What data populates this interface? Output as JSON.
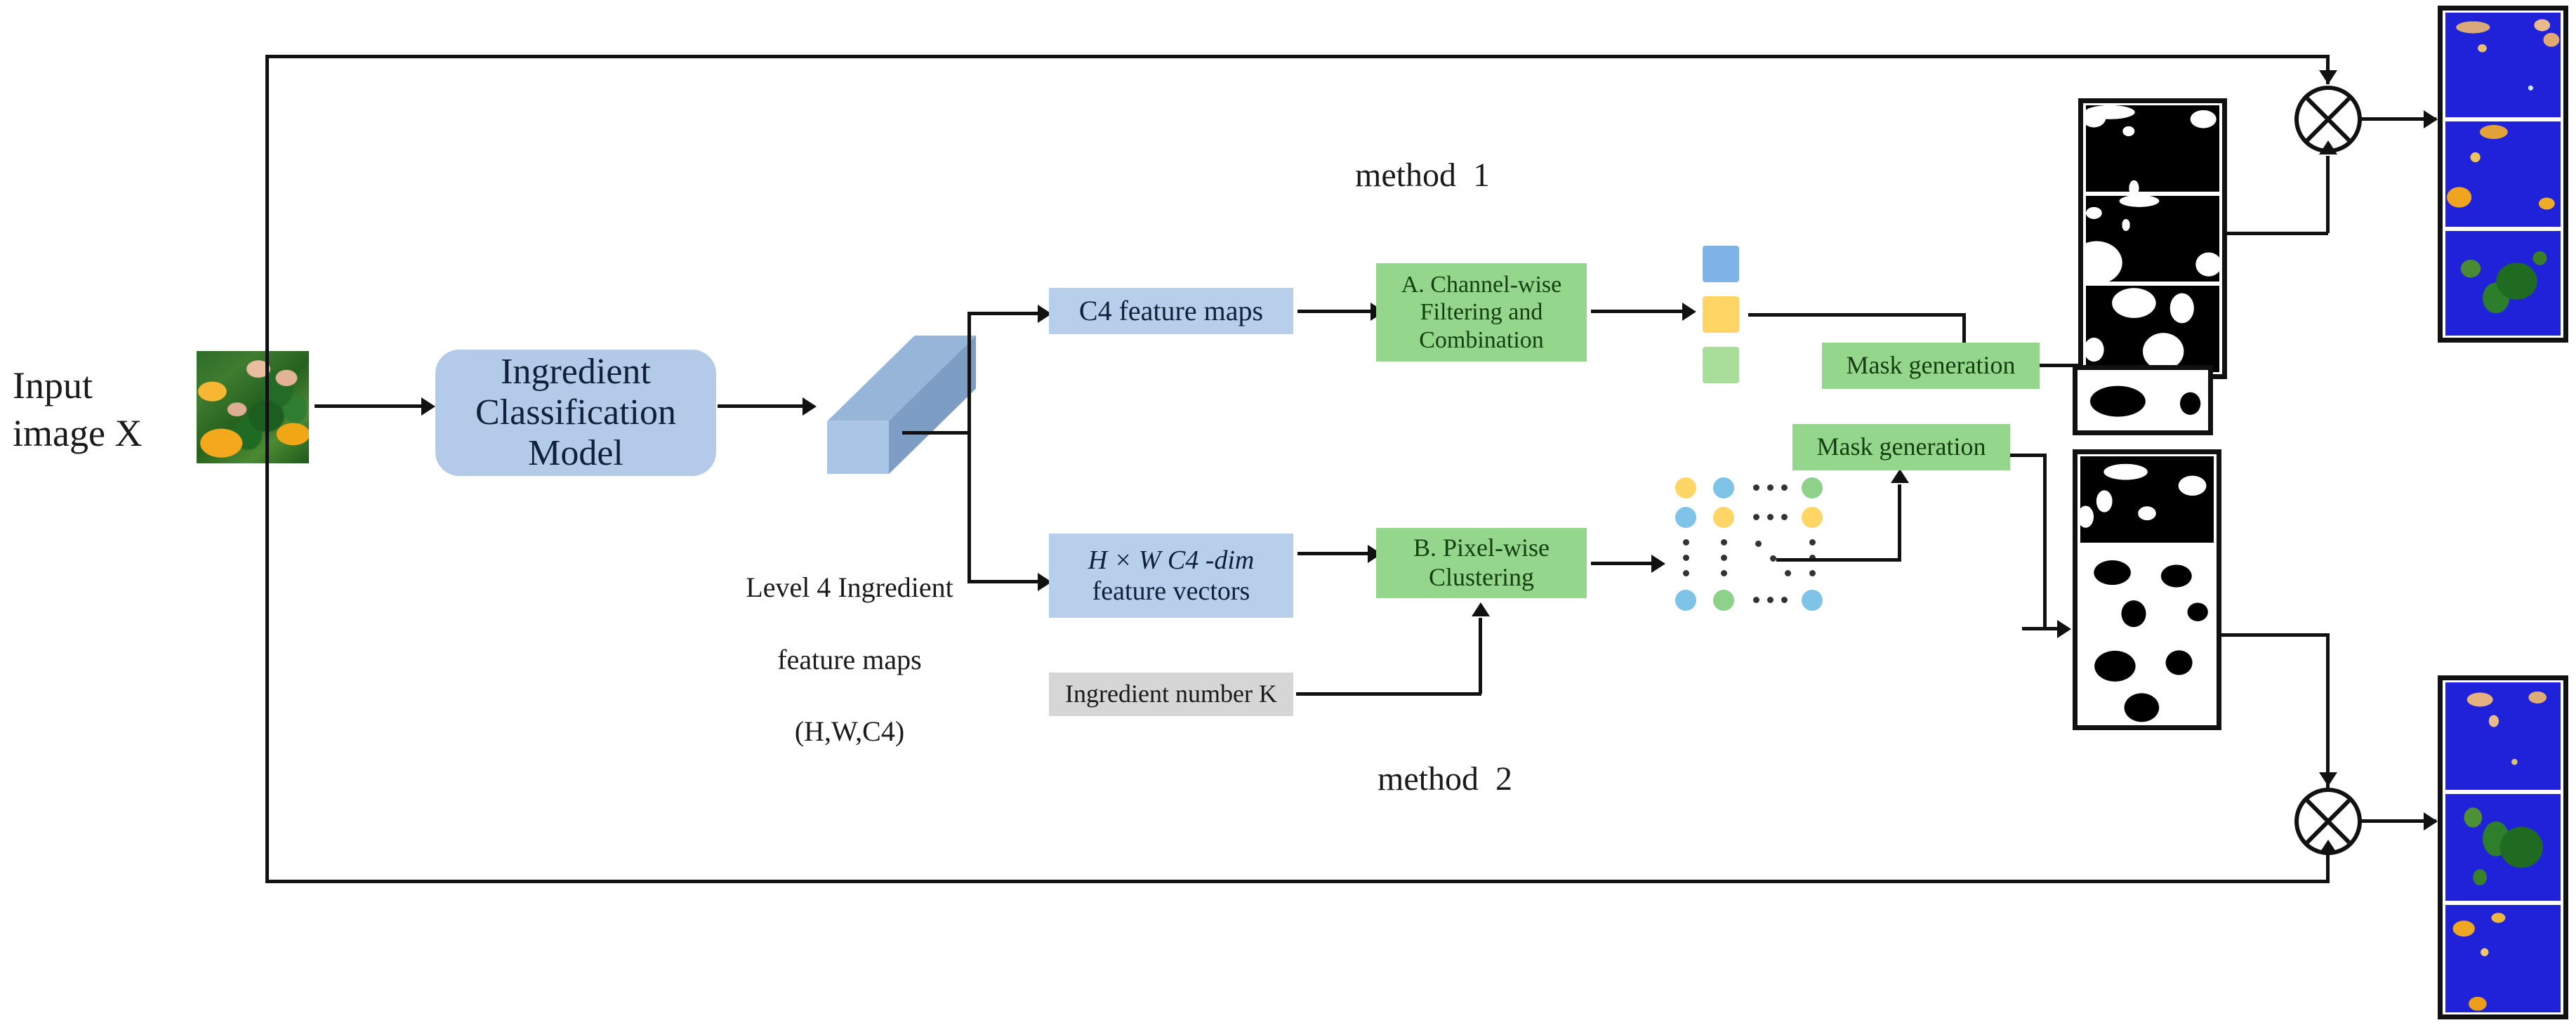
{
  "diagram": {
    "title_hidden": "",
    "labels": {
      "input": "Input\nimage X",
      "method1": "method  1",
      "method2": "method  2",
      "volume_caption_l1": "Level 4 Ingredient",
      "volume_caption_l2": "feature maps",
      "volume_caption_l3": "(H,W,C4)"
    },
    "nodes": {
      "model": {
        "text": "Ingredient\nClassification\nModel",
        "fill": "#b3cbe8",
        "shape": "rounded-rect"
      },
      "c4_feature_maps": {
        "text": "C4 feature maps",
        "fill": "#b7cfea"
      },
      "channel_wise": {
        "text": "A. Channel-wise\nFiltering and\nCombination",
        "fill": "#94d68c"
      },
      "hw_vectors_line1": "H × W  C4 -dim",
      "hw_vectors_line2": "feature vectors",
      "hw_vectors_fill": "#b7cfea",
      "pixel_wise": {
        "text": "B. Pixel-wise\nClustering",
        "fill": "#94d68c"
      },
      "ingredient_k": {
        "text": "Ingredient number K",
        "fill": "#d6d6d6"
      },
      "mask_gen_top": {
        "text": "Mask generation",
        "fill": "#94d68c"
      },
      "mask_gen_bottom": {
        "text": "Mask generation",
        "fill": "#94d68c"
      }
    },
    "channel_chips": [
      {
        "color": "#7fb3e8",
        "name": "channel-chip-blue"
      },
      {
        "color": "#ffd666",
        "name": "channel-chip-yellow"
      },
      {
        "color": "#a8dd9a",
        "name": "channel-chip-green"
      }
    ],
    "cluster_dot_colors": [
      [
        "#ffd666",
        "#7fc4e8",
        "ellipsis",
        "#8ed18a"
      ],
      [
        "#7fc4e8",
        "#ffd666",
        "ellipsis",
        "#ffd666"
      ],
      [
        "vdots",
        "vdots",
        "ddots",
        "vdots"
      ],
      [
        "#7fc4e8",
        "#8ed18a",
        "ellipsis",
        "#7fc4e8"
      ]
    ],
    "operators": [
      {
        "name": "multiply-top",
        "glyph": "⊗"
      },
      {
        "name": "multiply-bottom",
        "glyph": "⊗"
      }
    ],
    "mask_strips": [
      {
        "name": "mask-strip-method1",
        "cells": 3,
        "fg": "#000000",
        "bg": "#ffffff"
      },
      {
        "name": "mask-strip-method2-upper",
        "cells": 1,
        "fg": "#000000",
        "bg": "#ffffff"
      },
      {
        "name": "mask-strip-method2-lower",
        "cells": 3,
        "fg": "#000000",
        "bg": "#ffffff"
      }
    ],
    "output_panels": [
      {
        "name": "output-method1",
        "cells": 3,
        "background_color": "#1f22d8"
      },
      {
        "name": "output-method2",
        "cells": 3,
        "background_color": "#1f22d8"
      }
    ],
    "colors": {
      "line": "#111111",
      "blue_box": "#b7cfea",
      "green_box": "#94d68c",
      "grey_box": "#d6d6d6",
      "model_blue": "#b3cbe8",
      "mask_blue_bg": "#1f22d8"
    }
  }
}
